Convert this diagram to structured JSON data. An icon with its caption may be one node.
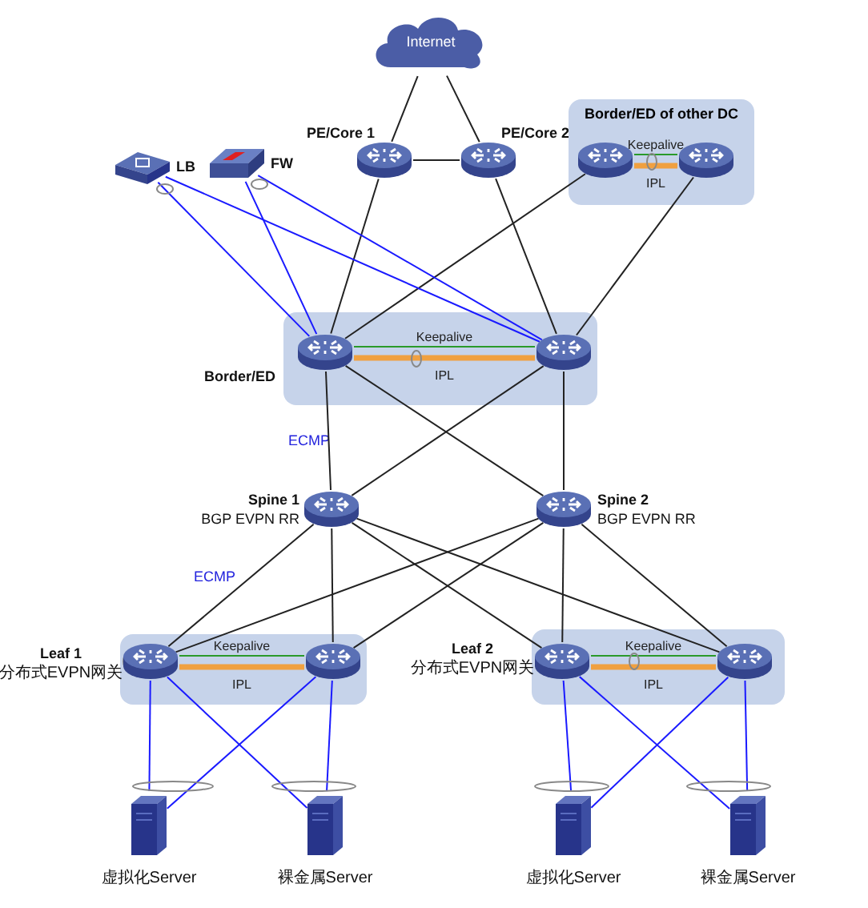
{
  "diagram": {
    "nodes": [
      {
        "text": [
          "Internet"
        ]
      },
      {
        "text": [],
        "shape": "switch",
        "beside": [
          "PE/Core 1"
        ]
      },
      {
        "text": [],
        "shape": "switch",
        "beside": [
          "PE/Core 2"
        ]
      },
      {
        "text": [
          "Border/ED of other DC"
        ]
      },
      {
        "text": [],
        "shape": "switch",
        "in": 3
      },
      {
        "text": [],
        "shape": "switch",
        "in": 3
      },
      {
        "text": [],
        "shape": "balancer",
        "beside": [
          "LB"
        ]
      },
      {
        "text": [],
        "shape": "firewall",
        "beside": [
          "FW"
        ]
      },
      {
        "text": [],
        "shape": "box",
        "beside": [
          "Border/ED"
        ]
      },
      {
        "text": [],
        "shape": "switch",
        "in": 8
      },
      {
        "text": [],
        "shape": "switch",
        "in": 8
      },
      {
        "text": [],
        "shape": "switch",
        "beside": [
          "Spine 1",
          "BGP EVPN RR"
        ]
      },
      {
        "text": [],
        "shape": "switch",
        "beside": [
          "Spine 2",
          "BGP EVPN RR"
        ]
      },
      {
        "text": [],
        "shape": "box",
        "beside": [
          "Leaf 1",
          "分布式EVPN网关"
        ]
      },
      {
        "text": [],
        "shape": "switch",
        "in": 13
      },
      {
        "text": [],
        "shape": "switch",
        "in": 13
      },
      {
        "text": [],
        "shape": "box",
        "beside": [
          "Leaf 2",
          "分布式EVPN网关"
        ]
      },
      {
        "text": [],
        "shape": "switch",
        "in": 16
      },
      {
        "text": [],
        "shape": "switch",
        "in": 16
      },
      {
        "text": [],
        "shape": "server",
        "beside": [
          "虚拟化Server"
        ]
      },
      {
        "text": [],
        "shape": "server",
        "beside": [
          "裸金属Server"
        ]
      },
      {
        "text": [],
        "shape": "server",
        "beside": [
          "虚拟化Server"
        ]
      },
      {
        "text": [],
        "shape": "server",
        "beside": [
          "裸金属Server"
        ]
      }
    ],
    "edges": [
      {
        "from": 0,
        "to": 1,
        "arrow": "none"
      },
      {
        "from": 0,
        "to": 2,
        "arrow": "none"
      },
      {
        "from": 1,
        "to": 2,
        "arrow": "none"
      },
      {
        "from": 4,
        "to": 5,
        "arrow": "none",
        "label": "Keepalive",
        "color": "#2a9a2a"
      },
      {
        "from": 4,
        "to": 5,
        "arrow": "none",
        "label": "IPL",
        "color": "#f0a040",
        "style": "thick"
      },
      {
        "from": 1,
        "to": 9,
        "arrow": "none"
      },
      {
        "from": 4,
        "to": 9,
        "arrow": "none"
      },
      {
        "from": 2,
        "to": 10,
        "arrow": "none"
      },
      {
        "from": 5,
        "to": 10,
        "arrow": "none"
      },
      {
        "from": 6,
        "to": 9,
        "arrow": "none",
        "color": "#1a1aff"
      },
      {
        "from": 6,
        "to": 10,
        "arrow": "none",
        "color": "#1a1aff"
      },
      {
        "from": 7,
        "to": 9,
        "arrow": "none",
        "color": "#1a1aff"
      },
      {
        "from": 7,
        "to": 10,
        "arrow": "none",
        "color": "#1a1aff"
      },
      {
        "from": 9,
        "to": 10,
        "arrow": "none",
        "label": "Keepalive",
        "color": "#2a9a2a"
      },
      {
        "from": 9,
        "to": 10,
        "arrow": "none",
        "label": "IPL",
        "color": "#f0a040",
        "style": "thick"
      },
      {
        "from": 9,
        "to": 11,
        "arrow": "none"
      },
      {
        "from": 9,
        "to": 12,
        "arrow": "none"
      },
      {
        "from": 10,
        "to": 11,
        "arrow": "none"
      },
      {
        "from": 10,
        "to": 12,
        "arrow": "none"
      },
      {
        "from": 11,
        "to": 14,
        "arrow": "none"
      },
      {
        "from": 11,
        "to": 15,
        "arrow": "none"
      },
      {
        "from": 11,
        "to": 17,
        "arrow": "none"
      },
      {
        "from": 11,
        "to": 18,
        "arrow": "none"
      },
      {
        "from": 12,
        "to": 14,
        "arrow": "none"
      },
      {
        "from": 12,
        "to": 15,
        "arrow": "none"
      },
      {
        "from": 12,
        "to": 17,
        "arrow": "none"
      },
      {
        "from": 12,
        "to": 18,
        "arrow": "none"
      },
      {
        "from": 14,
        "to": 15,
        "arrow": "none",
        "label": "Keepalive",
        "color": "#2a9a2a"
      },
      {
        "from": 14,
        "to": 15,
        "arrow": "none",
        "label": "IPL",
        "color": "#f0a040",
        "style": "thick"
      },
      {
        "from": 17,
        "to": 18,
        "arrow": "none",
        "label": "Keepalive",
        "color": "#2a9a2a"
      },
      {
        "from": 17,
        "to": 18,
        "arrow": "none",
        "label": "IPL",
        "color": "#f0a040",
        "style": "thick"
      },
      {
        "from": 14,
        "to": 19,
        "arrow": "none",
        "color": "#1a1aff"
      },
      {
        "from": 14,
        "to": 20,
        "arrow": "none",
        "color": "#1a1aff"
      },
      {
        "from": 15,
        "to": 19,
        "arrow": "none",
        "color": "#1a1aff"
      },
      {
        "from": 15,
        "to": 20,
        "arrow": "none",
        "color": "#1a1aff"
      },
      {
        "from": 17,
        "to": 21,
        "arrow": "none",
        "color": "#1a1aff"
      },
      {
        "from": 17,
        "to": 22,
        "arrow": "none",
        "color": "#1a1aff"
      },
      {
        "from": 18,
        "to": 21,
        "arrow": "none",
        "color": "#1a1aff"
      },
      {
        "from": 18,
        "to": 22,
        "arrow": "none",
        "color": "#1a1aff"
      }
    ],
    "labels": [
      "ECMP",
      "ECMP"
    ]
  }
}
